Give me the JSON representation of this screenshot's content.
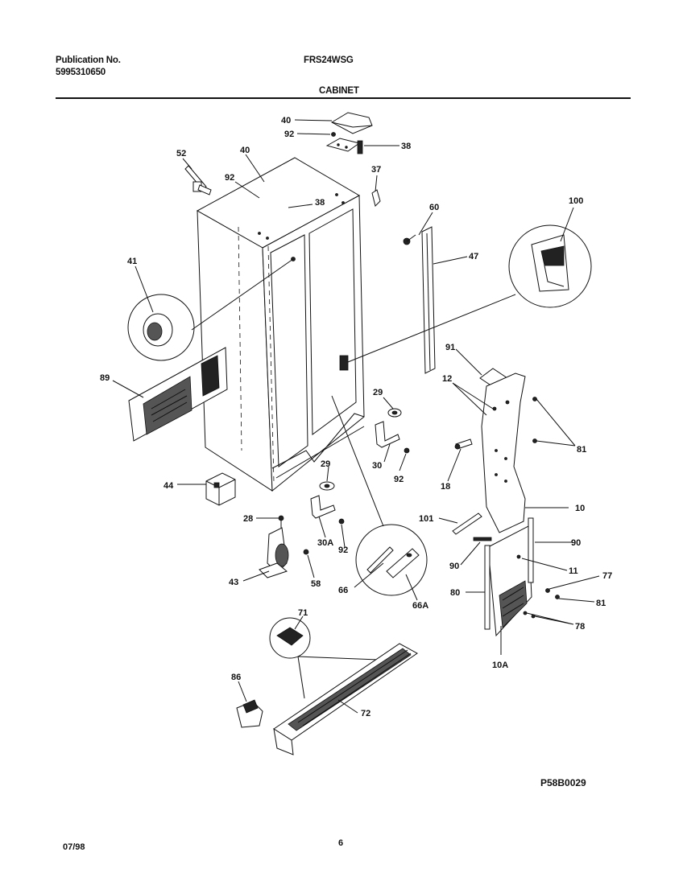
{
  "header": {
    "publication_label": "Publication No.",
    "publication_number": "5995310650",
    "model": "FRS24WSG",
    "section": "CABINET"
  },
  "callouts": {
    "c40a": "40",
    "c92a": "92",
    "c38a": "38",
    "c52": "52",
    "c40b": "40",
    "c92b": "92",
    "c38b": "38",
    "c37": "37",
    "c60": "60",
    "c47": "47",
    "c100": "100",
    "c41": "41",
    "c89": "89",
    "c91": "91",
    "c12": "12",
    "c81a": "81",
    "c29a": "29",
    "c30": "30",
    "c92c": "92",
    "c18": "18",
    "c29b": "29",
    "c44": "44",
    "c28": "28",
    "c10": "10",
    "c101": "101",
    "c30a": "30A",
    "c92d": "92",
    "c90a": "90",
    "c90b": "90",
    "c11": "11",
    "c77": "77",
    "c58": "58",
    "c43": "43",
    "c66": "66",
    "c66a": "66A",
    "c80": "80",
    "c81b": "81",
    "c78": "78",
    "c10a": "10A",
    "c71": "71",
    "c86": "86",
    "c72": "72"
  },
  "footer": {
    "diagram_code": "P58B0029",
    "date": "07/98",
    "page": "6"
  }
}
